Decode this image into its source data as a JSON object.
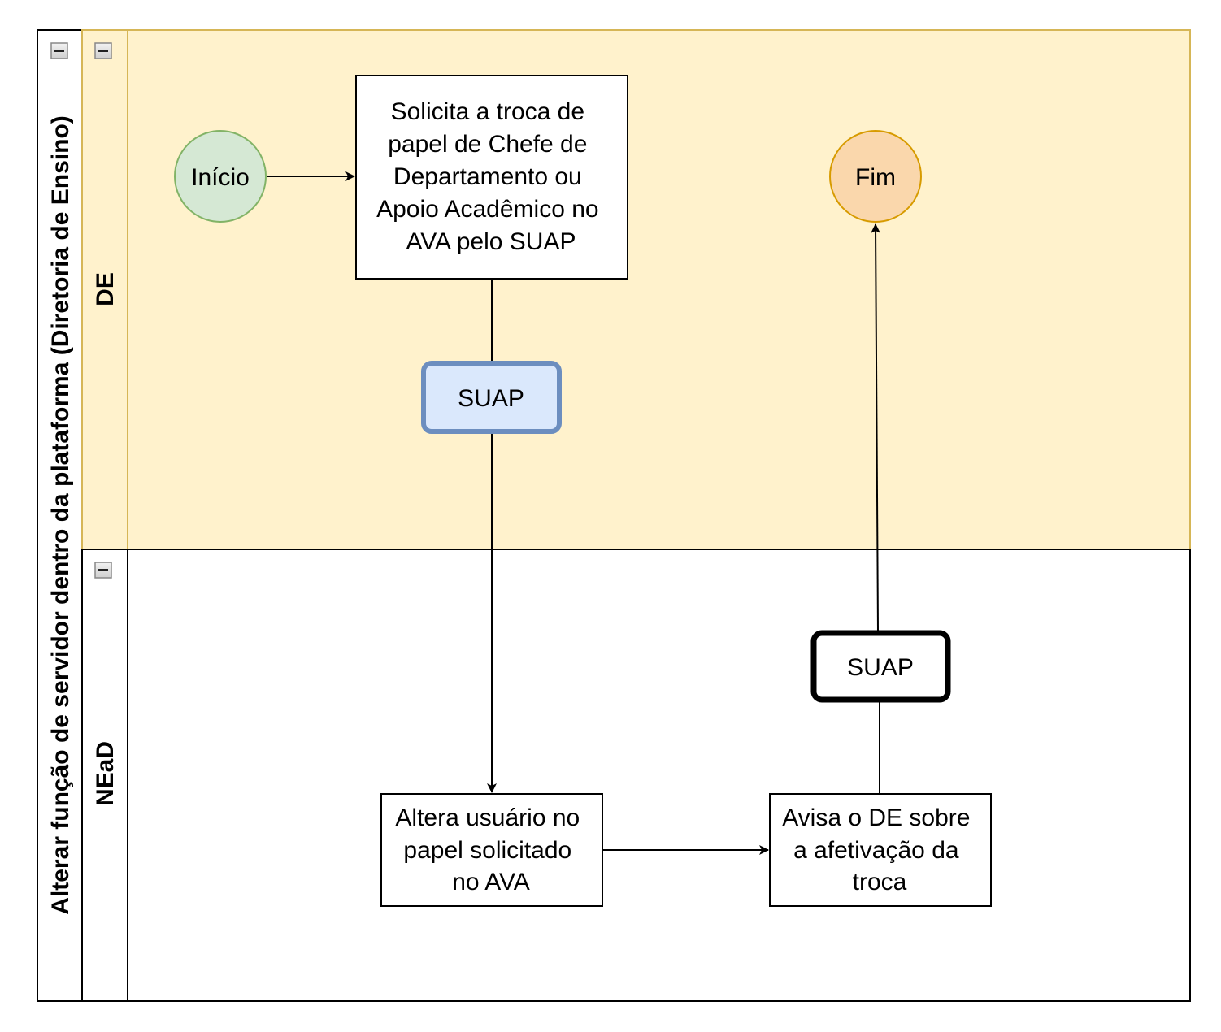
{
  "pool": {
    "title": "Alterar função de servidor dentro da plataforma (Diretoria de Ensino)"
  },
  "lanes": [
    {
      "id": "de",
      "title": "DE"
    },
    {
      "id": "nead",
      "title": "NEaD"
    }
  ],
  "nodes": {
    "start": {
      "label": "Início"
    },
    "task_solicita": {
      "lines": [
        "Solicita a troca de",
        "papel de Chefe de",
        "Departamento ou",
        "Apoio Acadêmico no",
        "AVA pelo SUAP"
      ]
    },
    "suap_1": {
      "label": "SUAP"
    },
    "end": {
      "label": "Fim"
    },
    "suap_2": {
      "label": "SUAP"
    },
    "task_altera": {
      "lines": [
        "Altera usuário no",
        "papel solicitado",
        "no AVA"
      ]
    },
    "task_avisa": {
      "lines": [
        "Avisa o DE sobre",
        "a afetivação da",
        "troca"
      ]
    }
  },
  "colors": {
    "lane_de_fill": "#fff2cc",
    "lane_de_stroke": "#d6b656",
    "start_fill": "#d5e8d4",
    "start_stroke": "#82b366",
    "end_fill": "#fad7ac",
    "end_stroke": "#d79b00",
    "suap_1_fill": "#dae8fc",
    "suap_1_stroke": "#6c8ebf"
  },
  "icons": {
    "collapse": "minus-box-icon"
  }
}
